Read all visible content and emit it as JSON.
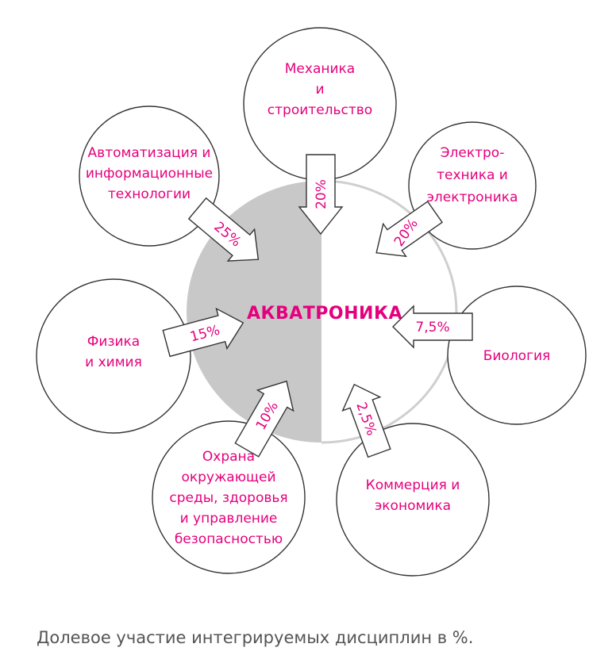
{
  "center": {
    "title": "АКВАТРОНИКА"
  },
  "nodes": [
    {
      "id": "mechanics",
      "lines": [
        "Механика",
        "и",
        "строительство"
      ],
      "percent": "20%"
    },
    {
      "id": "electro",
      "lines": [
        "Электро-",
        "техника и",
        "электроника"
      ],
      "percent": "20%"
    },
    {
      "id": "biology",
      "lines": [
        "Биология"
      ],
      "percent": "7,5%"
    },
    {
      "id": "commerce",
      "lines": [
        "Коммерция и",
        "экономика"
      ],
      "percent": "2,5%"
    },
    {
      "id": "ecology",
      "lines": [
        "Охрана",
        "окружающей",
        "среды, здоровья",
        "и управление",
        "безопасностью"
      ],
      "percent": "10%"
    },
    {
      "id": "physics",
      "lines": [
        "Физика",
        "и химия"
      ],
      "percent": "15%"
    },
    {
      "id": "automation",
      "lines": [
        "Автоматизация и",
        "информационные",
        "технологии"
      ],
      "percent": "25%"
    }
  ],
  "caption": "Долевое участие интегрируемых дисциплин в %.",
  "colors": {
    "accent": "#e5007d",
    "fill_gray": "#c8c8c8",
    "outline": "#333333",
    "ring_light": "#cfcfcf"
  }
}
